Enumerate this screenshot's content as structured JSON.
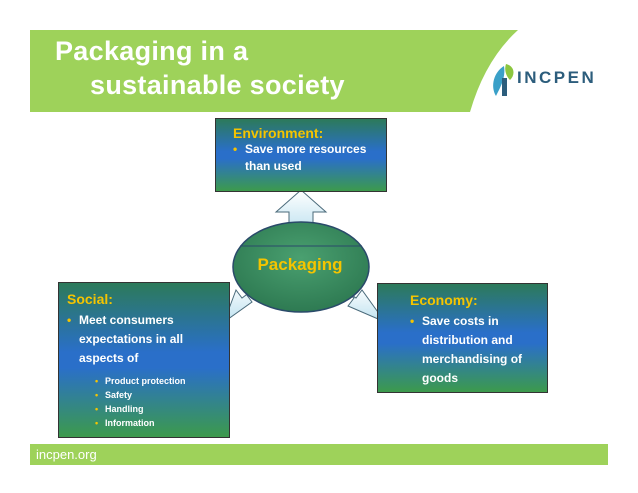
{
  "title": {
    "line1": "Packaging in a",
    "line2": "sustainable society"
  },
  "logo": {
    "text": "INCPEN",
    "icon": "incpen-logo-icon"
  },
  "center": {
    "label": "Packaging"
  },
  "environment": {
    "heading": "Environment:",
    "bullets": [
      "Save more resources than used"
    ]
  },
  "social": {
    "heading": "Social:",
    "bullet": "Meet consumers expectations in all aspects of",
    "sub_bullets": [
      "Product protection",
      "Safety",
      "Handling",
      "Information"
    ]
  },
  "economy": {
    "heading": "Economy:",
    "bullet": "Save costs in distribution and merchandising of goods"
  },
  "footer": {
    "text": "incpen.org"
  },
  "colors": {
    "band": "#9ed25a",
    "heading": "#f5c400",
    "box_blue": "#2a6fc9",
    "box_green": "#3c9a4c",
    "ellipse": "#3c8a5a"
  }
}
